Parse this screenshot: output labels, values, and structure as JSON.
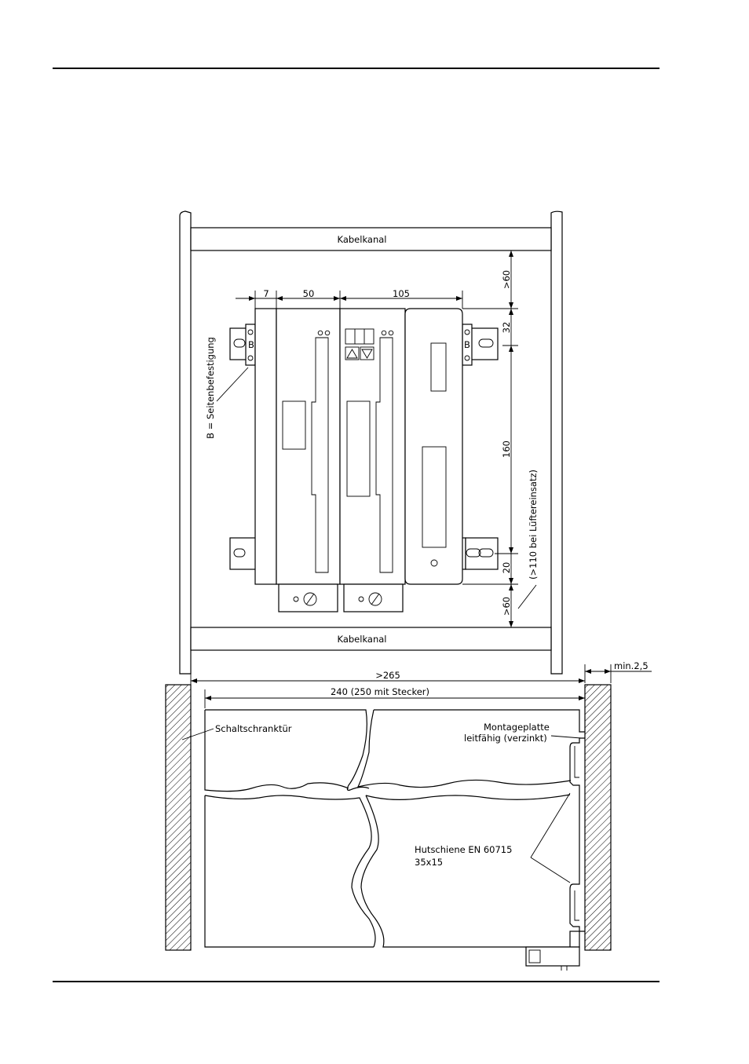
{
  "colors": {
    "ink": "#000000",
    "paper": "#ffffff"
  },
  "labels": {
    "cable_duct_top": "Kabelkanal",
    "cable_duct_bottom": "Kabelkanal",
    "side_mount_letter_left": "B",
    "side_mount_letter_right": "B",
    "side_mount_legend": "B = Seitenbefestigung",
    "fan_note": "(>110 bei Lüftereinsatz)",
    "cabinet_door": "Schaltschranktür",
    "mounting_plate_line1": "Montageplatte",
    "mounting_plate_line2": "leitfähig (verzinkt)",
    "din_rail_line1": "Hutschiene EN 60715",
    "din_rail_line2": "35x15"
  },
  "dimensions": {
    "gap_left": "7",
    "module_width": "50",
    "wide_module_width": "105",
    "top_clearance": ">60",
    "top_offset": "32",
    "height": "160",
    "bottom_offset": "20",
    "bottom_clearance": ">60",
    "total_depth": ">265",
    "device_depth": "240 (250 mit Stecker)",
    "min_gap": "min.2,5"
  }
}
